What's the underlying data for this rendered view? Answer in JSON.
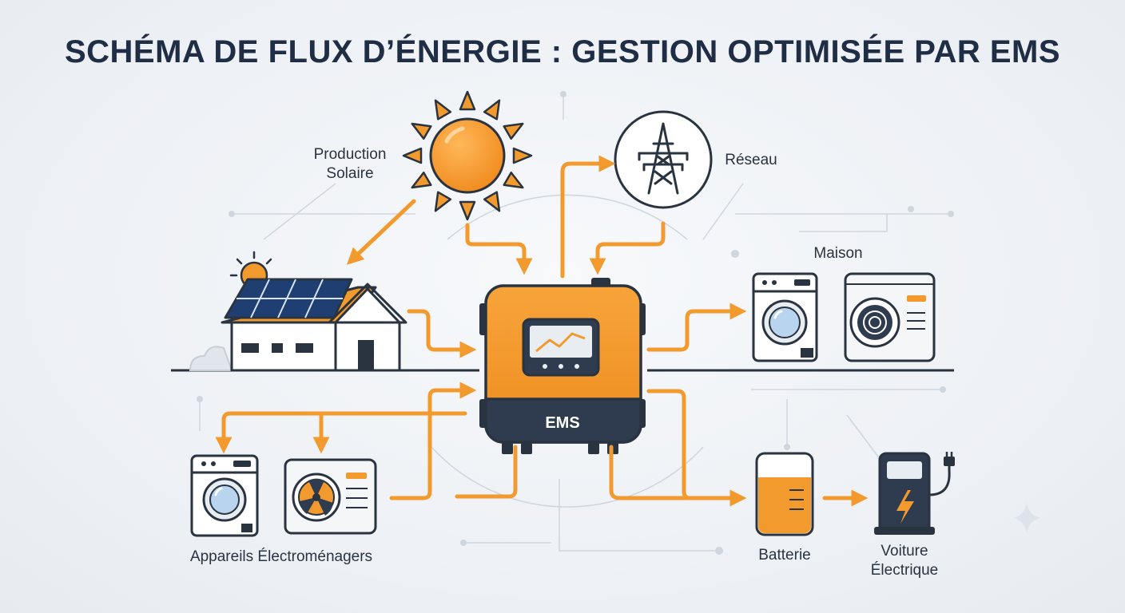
{
  "title": "SCHÉMA DE FLUX D’ÉNERGIE : GESTION OPTIMISÉE PAR EMS",
  "labels": {
    "solar_line1": "Production",
    "solar_line2": "Solaire",
    "grid": "Réseau",
    "house": "Maison",
    "appliances": "Appareils Électroménagers",
    "battery": "Batterie",
    "ev_line1": "Voiture",
    "ev_line2": "Électrique",
    "ems": "EMS"
  },
  "colors": {
    "accent": "#f29a2e",
    "dark": "#2a3340",
    "title": "#1f2e45",
    "background": "#eef1f5"
  }
}
